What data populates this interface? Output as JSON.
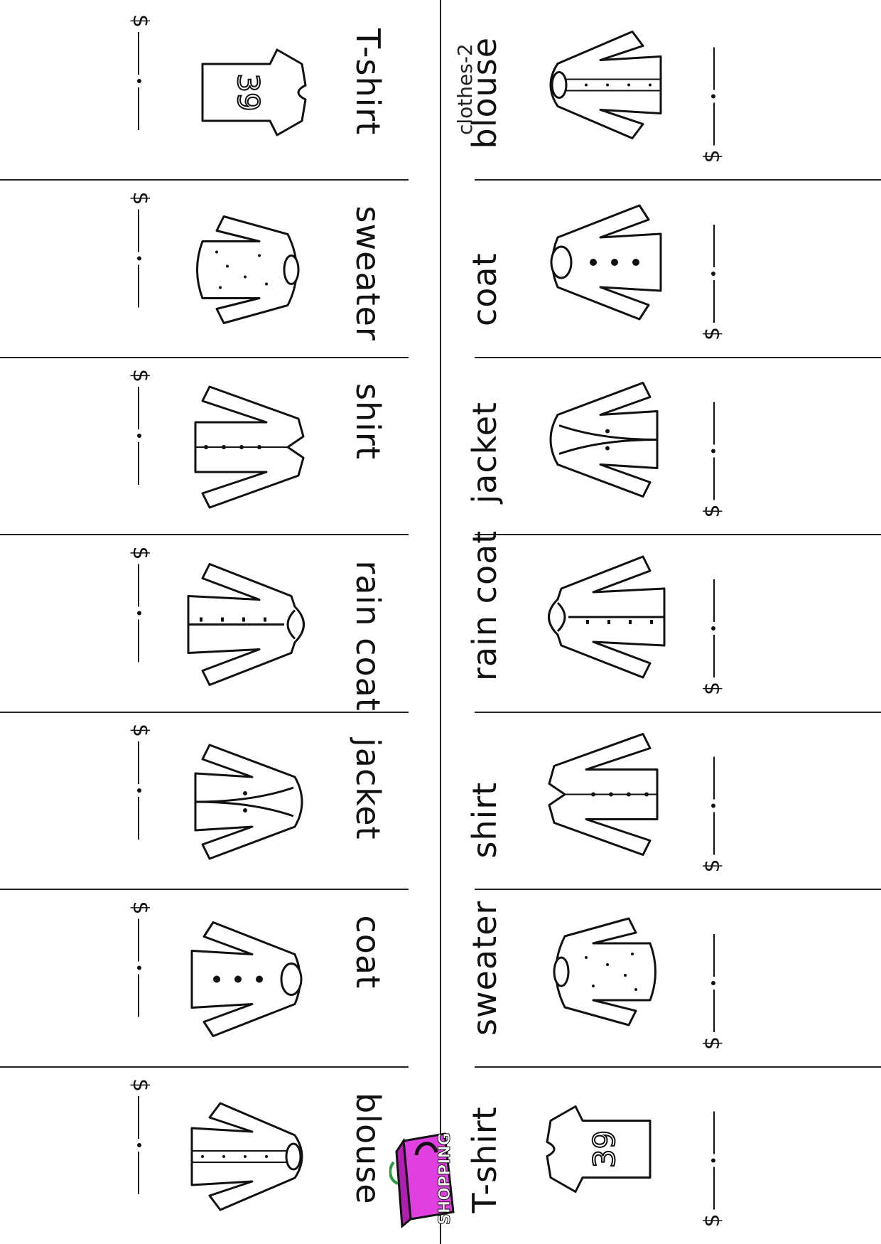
{
  "sheet": {
    "label": "clothes-2",
    "logo_text": "SHOPPING"
  },
  "currency": "$",
  "left_column": [
    {
      "word": "T-shirt",
      "icon": "tshirt-icon"
    },
    {
      "word": "sweater",
      "icon": "sweater-icon"
    },
    {
      "word": "shirt",
      "icon": "shirt-icon"
    },
    {
      "word": "rain coat",
      "icon": "raincoat-icon"
    },
    {
      "word": "jacket",
      "icon": "jacket-icon"
    },
    {
      "word": "coat",
      "icon": "coat-icon"
    },
    {
      "word": "blouse",
      "icon": "blouse-icon"
    }
  ],
  "right_column": [
    {
      "word": "blouse",
      "icon": "blouse-icon"
    },
    {
      "word": "coat",
      "icon": "coat-icon"
    },
    {
      "word": "jacket",
      "icon": "jacket-icon"
    },
    {
      "word": "rain coat",
      "icon": "raincoat-icon"
    },
    {
      "word": "shirt",
      "icon": "shirt-icon"
    },
    {
      "word": "sweater",
      "icon": "sweater-icon"
    },
    {
      "word": "T-shirt",
      "icon": "tshirt-icon"
    }
  ],
  "tshirt_number": "39"
}
